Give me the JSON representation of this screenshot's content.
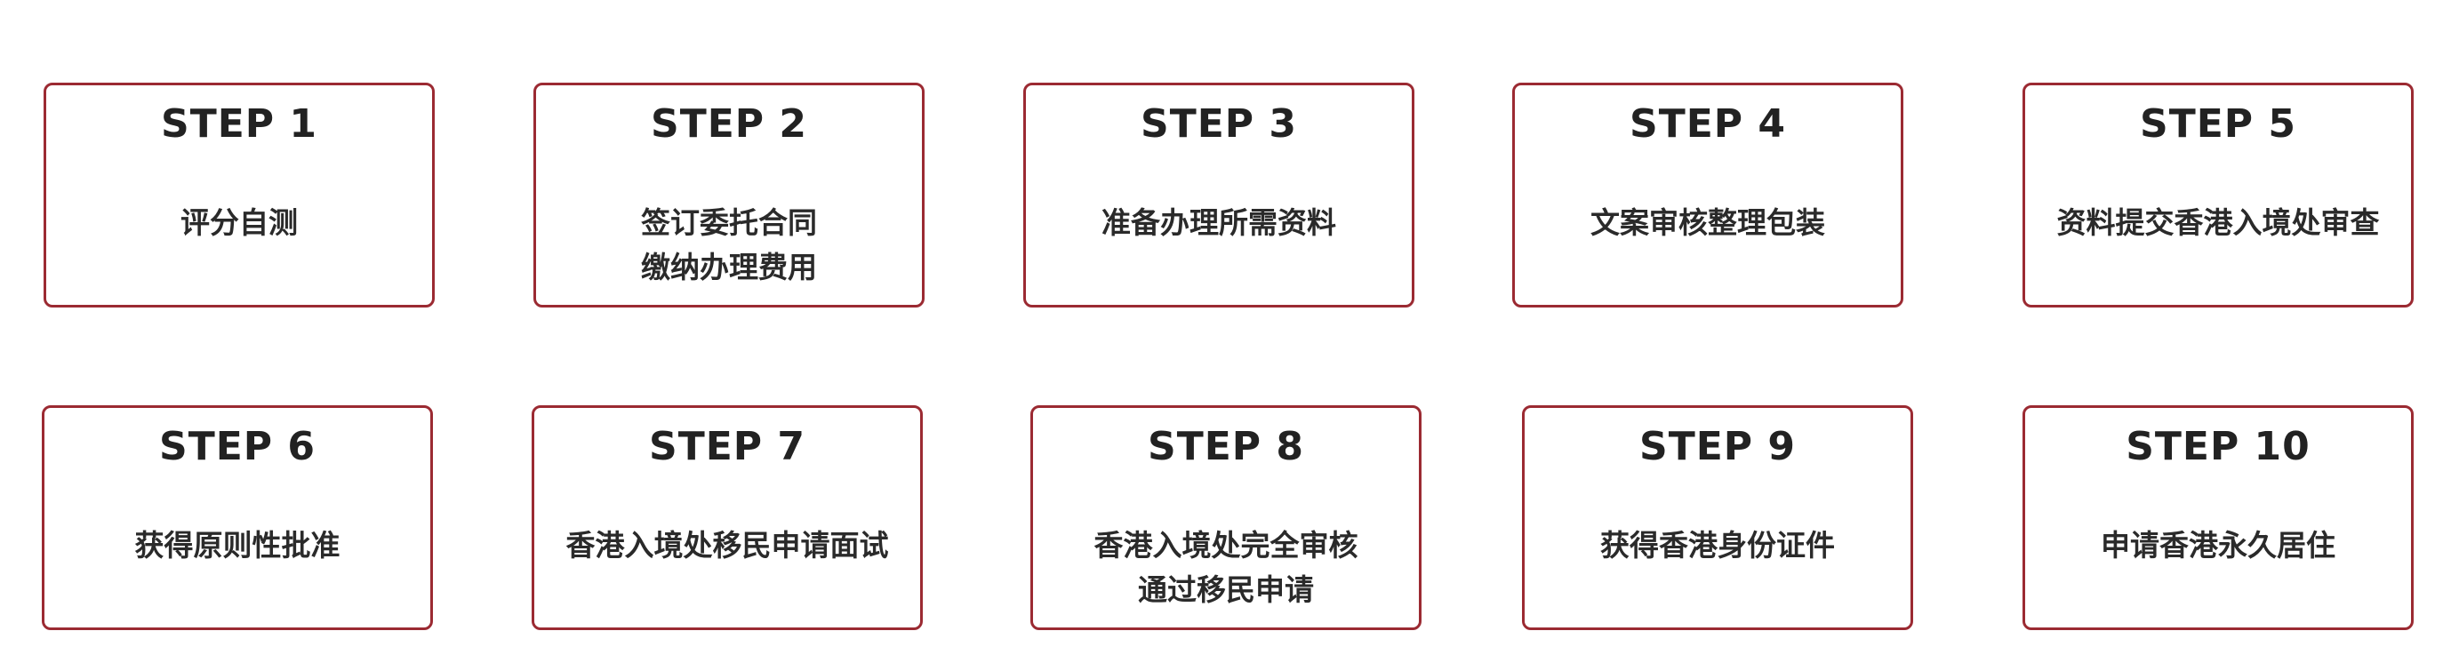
{
  "steps": [
    {
      "title": "STEP 1",
      "lines": [
        "评分自测"
      ]
    },
    {
      "title": "STEP 2",
      "lines": [
        "签订委托合同",
        "缴纳办理费用"
      ]
    },
    {
      "title": "STEP 3",
      "lines": [
        "准备办理所需资料"
      ]
    },
    {
      "title": "STEP 4",
      "lines": [
        "文案审核整理包装"
      ]
    },
    {
      "title": "STEP 5",
      "lines": [
        "资料提交香港入境处审查"
      ]
    },
    {
      "title": "STEP 6",
      "lines": [
        "获得原则性批准"
      ]
    },
    {
      "title": "STEP 7",
      "lines": [
        "香港入境处移民申请面试"
      ]
    },
    {
      "title": "STEP 8",
      "lines": [
        "香港入境处完全审核",
        "通过移民申请"
      ]
    },
    {
      "title": "STEP 9",
      "lines": [
        "获得香港身份证件"
      ]
    },
    {
      "title": "STEP 10",
      "lines": [
        "申请香港永久居住"
      ]
    }
  ],
  "colors": {
    "border": "#9b2a32",
    "text": "#222222",
    "background": "#ffffff"
  }
}
